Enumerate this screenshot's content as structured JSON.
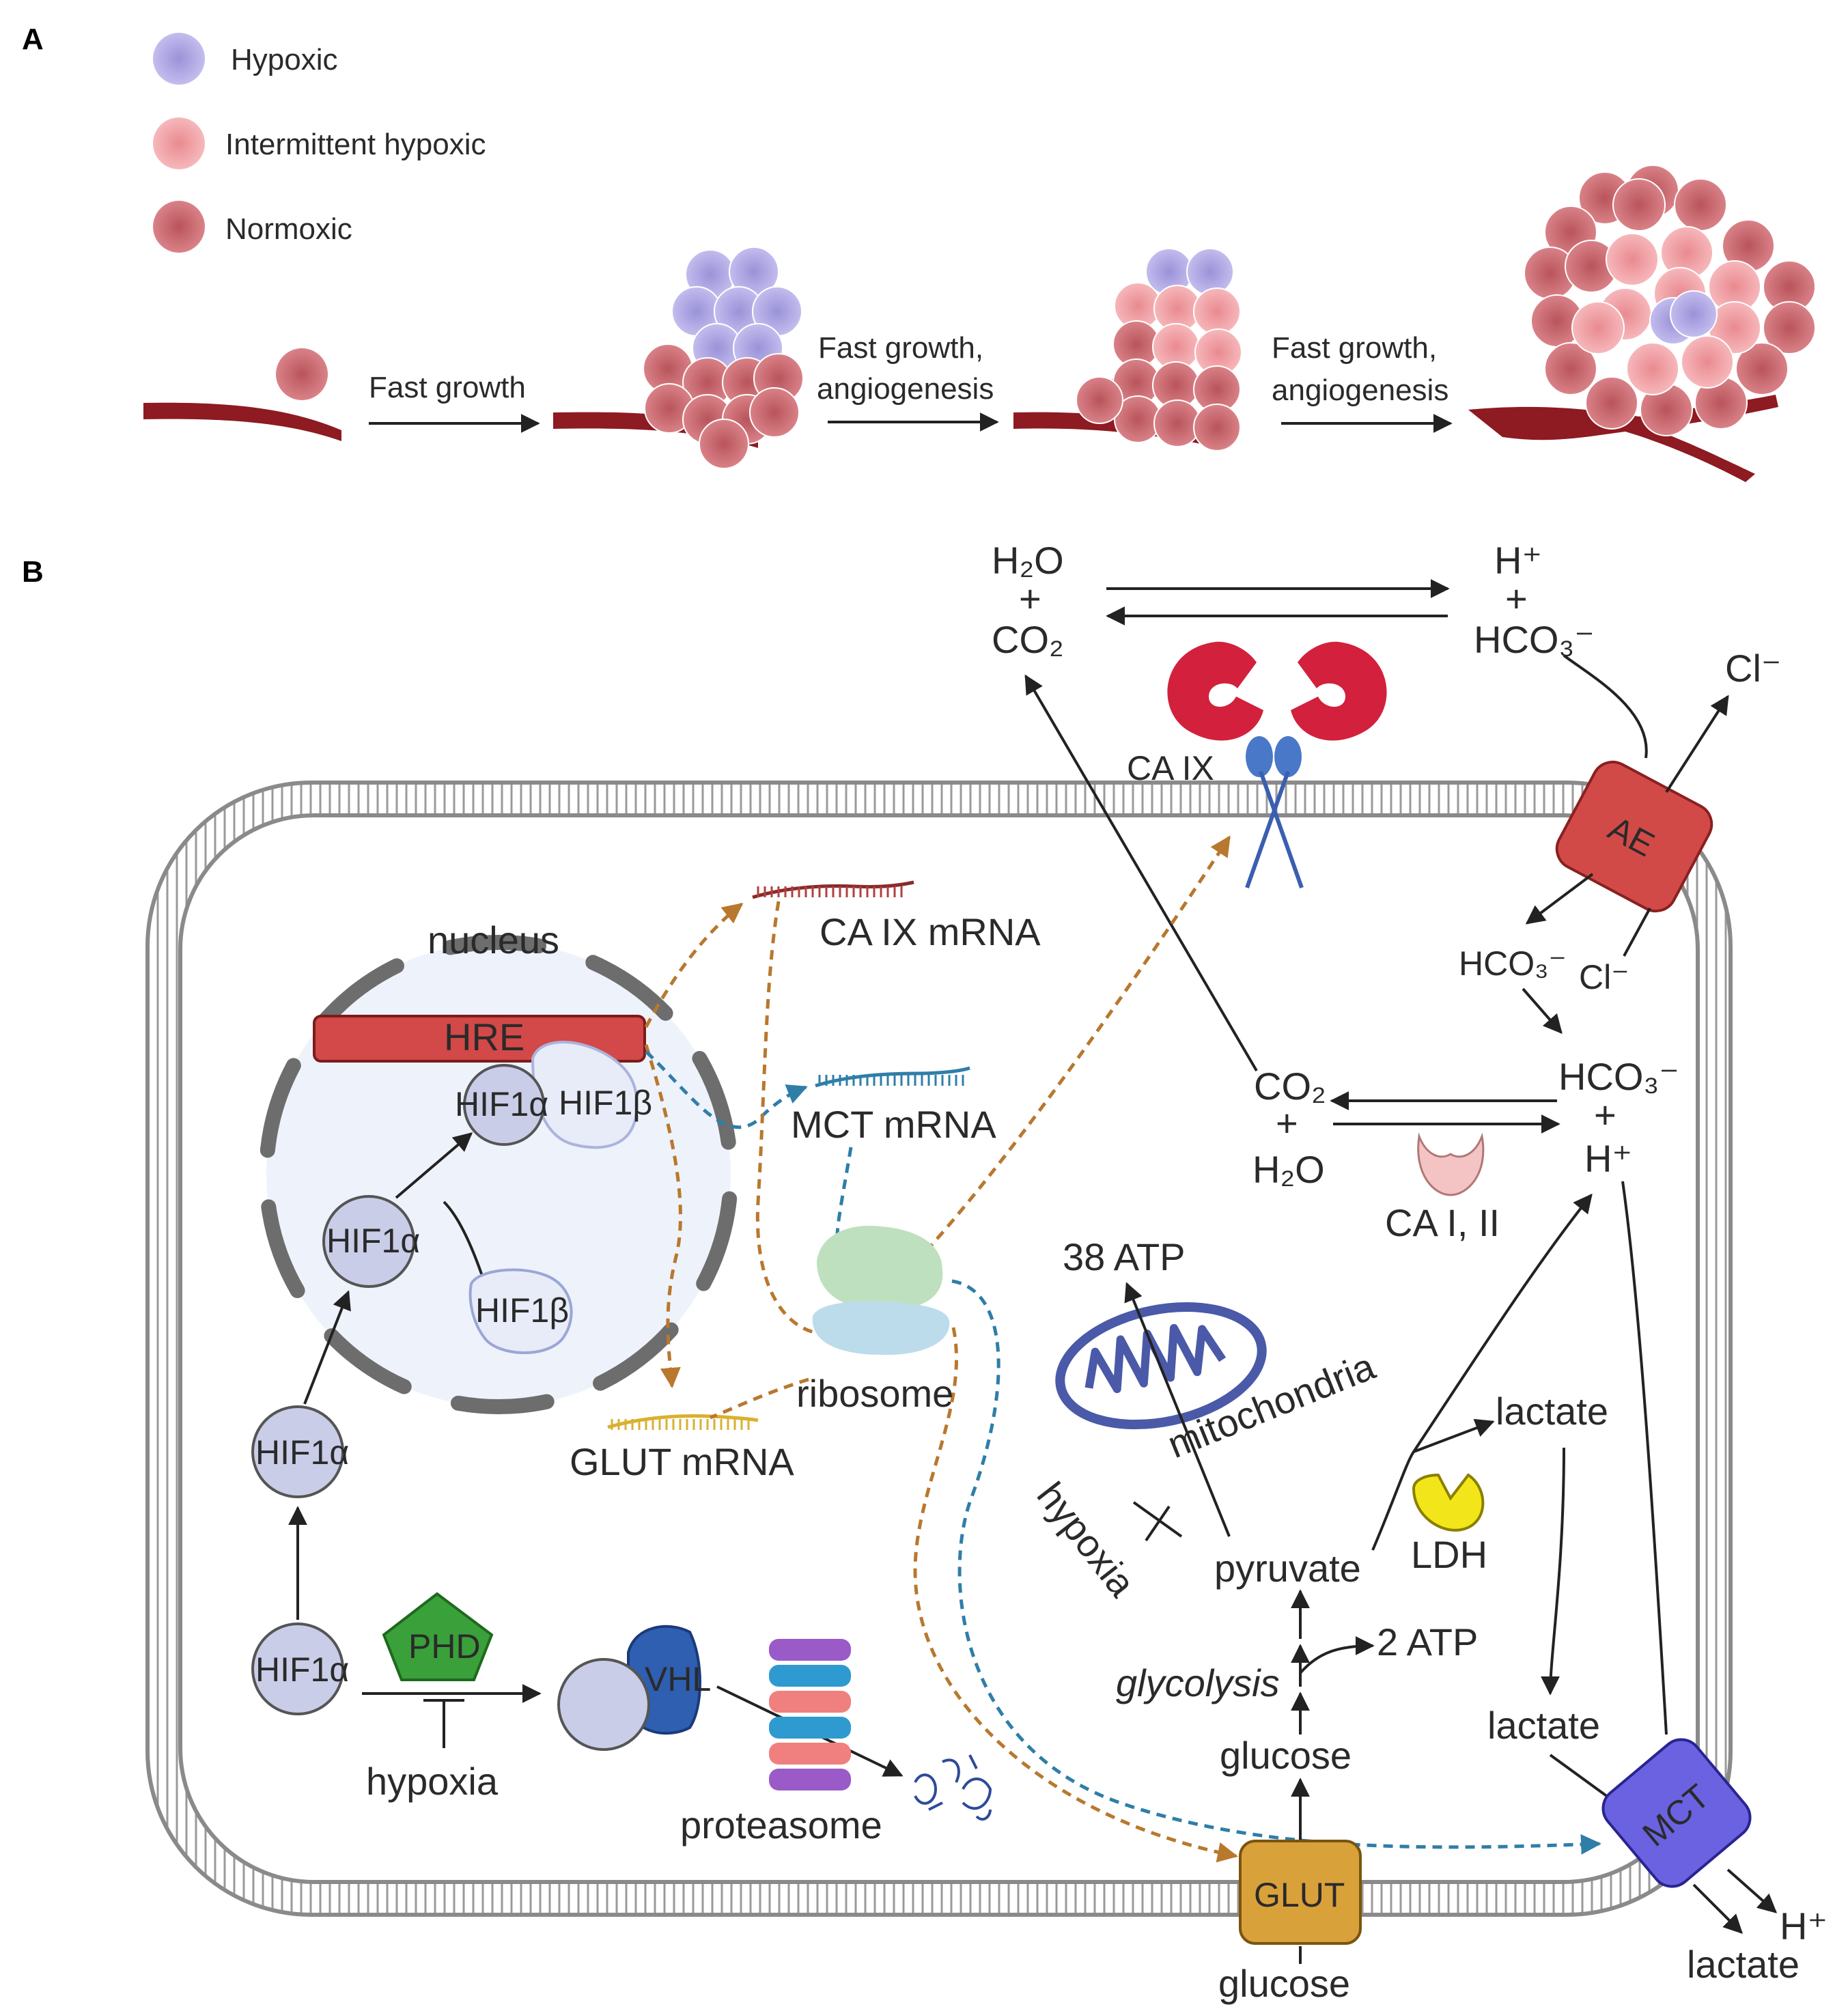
{
  "panel_a": {
    "label": "A",
    "legend": [
      {
        "label": "Hypoxic",
        "color": "#b9b2e6"
      },
      {
        "label": "Intermittent hypoxic",
        "color": "#f0a4a8"
      },
      {
        "label": "Normoxic",
        "color": "#cf6e74"
      }
    ],
    "steps": [
      "Fast growth",
      "Fast growth,",
      "angiogenesis",
      "Fast growth,",
      "angiogenesis"
    ]
  },
  "panel_b": {
    "label": "B",
    "extracellular": {
      "h2o": "H₂O",
      "plus": "+",
      "co2": "CO₂",
      "h": "H⁺",
      "hco3": "HCO₃⁻",
      "cl": "Cl⁻"
    },
    "membrane_proteins": {
      "ca9": "CA IX",
      "ae": "AE",
      "mct": "MCT",
      "glut": "GLUT"
    },
    "nucleus": {
      "title": "nucleus",
      "hre": "HRE",
      "hif1a": "HIF1α",
      "hif1b": "HIF1β"
    },
    "mrna": {
      "ca9": "CA IX mRNA",
      "mct": "MCT mRNA",
      "glut": "GLUT mRNA"
    },
    "ribosome": "ribosome",
    "degradation": {
      "phd": "PHD",
      "vhl": "VHL",
      "hypoxia": "hypoxia",
      "proteasome": "proteasome"
    },
    "metabolism": {
      "atp38": "38 ATP",
      "mitochondria": "mitochondria",
      "hypoxia": "hypoxia",
      "pyruvate": "pyruvate",
      "lactate": "lactate",
      "ldh": "LDH",
      "glycolysis": "glycolysis",
      "atp2": "2 ATP",
      "glucose": "glucose",
      "ca12": "CA I, II"
    },
    "colors": {
      "membrane": "#8a8a8a",
      "hif": "#c9cde8",
      "hre": "#d34848",
      "ca9": "#d3203c",
      "ae": "#d24a48",
      "mct": "#6a62e0",
      "glut": "#d9a13a",
      "phd": "#3aa03a",
      "vhl": "#2e5fb0",
      "ldh": "#f2e61a",
      "mito": "#4a5aa8"
    }
  }
}
